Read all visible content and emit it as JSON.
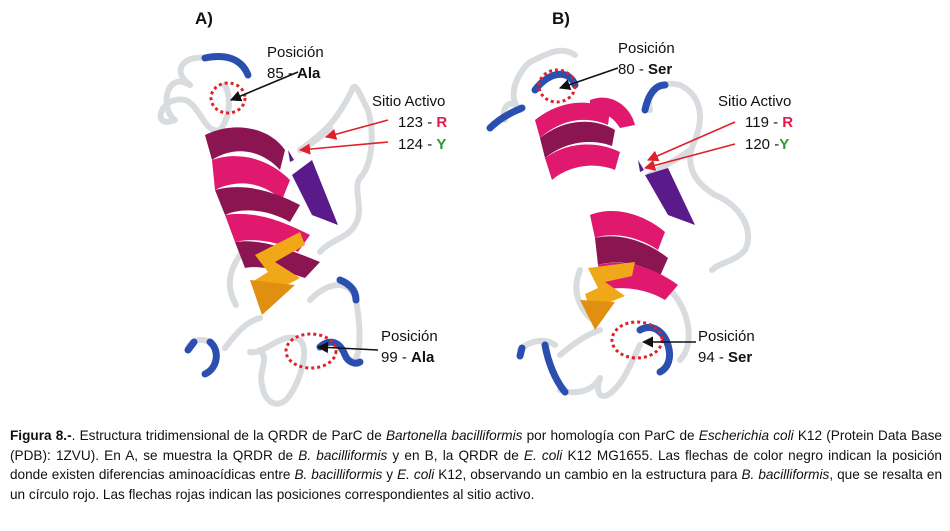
{
  "panel_a": {
    "letter": "A)",
    "top_position": {
      "word": "Posición",
      "number": "85",
      "dash": " - ",
      "residue": "Ala"
    },
    "active_site": {
      "title": "Sitio Activo",
      "row1": {
        "number": "123",
        "dash": " - ",
        "residue": "R"
      },
      "row2": {
        "number": "124",
        "dash": " - ",
        "residue": "Y"
      }
    },
    "bottom_position": {
      "word": "Posición",
      "number": "99",
      "dash": " - ",
      "residue": "Ala"
    }
  },
  "panel_b": {
    "letter": "B)",
    "top_position": {
      "word": "Posición",
      "number": "80",
      "dash": " - ",
      "residue": "Ser"
    },
    "active_site": {
      "title": "Sitio Activo",
      "row1": {
        "number": "119",
        "dash": " - ",
        "residue": "R"
      },
      "row2": {
        "number": "120",
        "dash": " -",
        "residue": "Y"
      }
    },
    "bottom_position": {
      "word": "Posición",
      "number": "94",
      "dash": " - ",
      "residue": "Ser"
    }
  },
  "colors": {
    "helix": "#e0186e",
    "helix_dark": "#8a1550",
    "sheet": "#f0a818",
    "sheet_purple": "#5a1a8a",
    "coil": "#d9dcdf",
    "loop_blue": "#2a4fb0",
    "red_marker": "#e0202a",
    "arrow_black": "#111111"
  },
  "caption": {
    "label": "Figura 8.-",
    "s1": ". Estructura tridimensional de la QRDR de ParC de ",
    "i1": "Bartonella bacilliformis",
    "s2": " por homología con ParC de ",
    "i2": "Escherichia coli",
    "s3": " K12 (Protein Data Base (PDB): 1ZVU). En A, se muestra la QRDR de ",
    "i3": "B. bacilliformis",
    "s4": " y en B, la QRDR de ",
    "i4": "E. coli",
    "s5": " K12 MG1655. Las flechas de color negro indican la posición donde existen diferencias aminoacídicas entre ",
    "i5": "B. bacilliformis",
    "s6": " y ",
    "i6": "E. coli",
    "s7": " K12, observando un cambio en la estructura para ",
    "i7": "B. bacilliformis",
    "s8": ", que se resalta en un círculo rojo. Las flechas rojas indican las posiciones correspondientes al sitio activo."
  }
}
